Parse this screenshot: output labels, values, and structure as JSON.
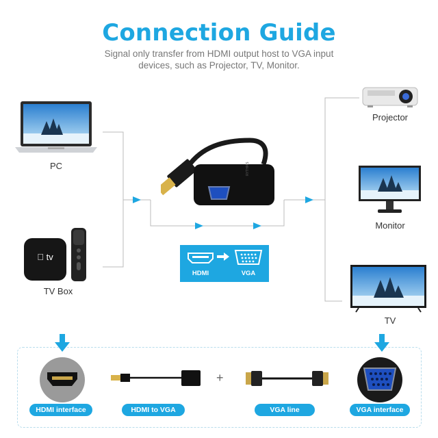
{
  "header": {
    "title": "Connection Guide",
    "subtitle_line1": "Signal only transfer from HDMI output host to VGA input",
    "subtitle_line2": "devices, such as Projector, TV, Monitor."
  },
  "sources": {
    "pc_label": "PC",
    "tvbox_label": "TV Box",
    "tv_logo_text": "tv"
  },
  "outputs": {
    "projector_label": "Projector",
    "monitor_label": "Monitor",
    "tv_label": "TV"
  },
  "flow_box": {
    "from": "HDMI",
    "to": "VGA"
  },
  "bottom_panel": {
    "hdmi_interface": "HDMI interface",
    "hdmi_to_vga": "HDMI to VGA",
    "vga_line": "VGA line",
    "vga_interface": "VGA interface",
    "plus": "+"
  },
  "colors": {
    "accent": "#1ea7e1",
    "line": "#bbbbbb",
    "device": "#1a1a1a"
  }
}
